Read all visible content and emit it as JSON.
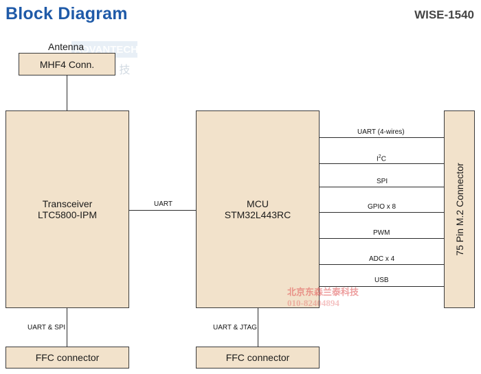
{
  "header": {
    "title": "Block Diagram",
    "model": "WISE-1540"
  },
  "colors": {
    "title": "#1f5aa8",
    "box_fill": "#f2e2cb",
    "watermark_red": "#e05050"
  },
  "antenna": {
    "label": "Antenna",
    "connector": "MHF4 Conn."
  },
  "transceiver": {
    "line1": "Transceiver",
    "line2": "LTC5800-IPM"
  },
  "mcu": {
    "line1": "MCU",
    "line2": "STM32L443RC"
  },
  "m2": {
    "label": "75 Pin M.2 Connector"
  },
  "links": {
    "trx_mcu": "UART",
    "trx_ffc": "UART & SPI",
    "mcu_ffc": "UART & JTAG"
  },
  "ffc": {
    "left": "FFC connector",
    "right": "FFC connector"
  },
  "buses": [
    {
      "name": "UART (4-wires)"
    },
    {
      "name": "I2C"
    },
    {
      "name": "SPI"
    },
    {
      "name": "GPIO x 8"
    },
    {
      "name": "PWM"
    },
    {
      "name": "ADC x 4"
    },
    {
      "name": "USB"
    }
  ],
  "watermarks": {
    "brand_en": "ADVANTECH",
    "brand_cn": "研 华 科 技",
    "vendor_cn": "北京东森兰泰科技",
    "vendor_phone": "010-82404894"
  }
}
